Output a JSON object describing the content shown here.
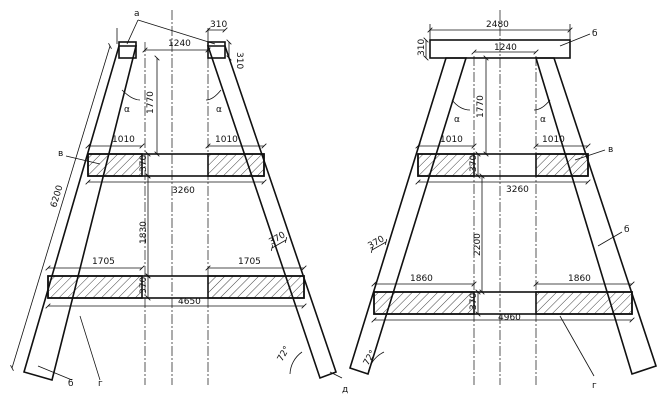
{
  "left_frame": {
    "dims": {
      "cap_w": "310",
      "cap_h": "310",
      "top_span": "1240",
      "upper_h": "1770",
      "upper_left": "1010",
      "upper_right": "1010",
      "beam_h_upper": "370",
      "upper_len": "3260",
      "mid_h": "1830",
      "lower_left": "1705",
      "lower_right": "1705",
      "beam_h_lower": "370",
      "lower_len": "4650",
      "leg_thk": "370",
      "leg_len": "6200",
      "angle": "72°",
      "alpha_l": "α",
      "alpha_r": "α"
    },
    "labels": {
      "a": "а",
      "v": "в",
      "b1": "б",
      "g1": "г",
      "d": "д"
    }
  },
  "right_frame": {
    "dims": {
      "top_w": "2480",
      "cap_h": "310",
      "top_span": "1240",
      "upper_h": "1770",
      "upper_left": "1010",
      "upper_right": "1010",
      "beam_h_upper": "370",
      "upper_len": "3260",
      "mid_h": "2200",
      "lower_left": "1860",
      "lower_right": "1860",
      "beam_h_lower": "370",
      "lower_len": "4960",
      "leg_thk": "370",
      "angle": "72°",
      "alpha_l": "α",
      "alpha_r": "α"
    },
    "labels": {
      "b_top": "б",
      "v": "в",
      "b_side": "б",
      "g": "г"
    }
  }
}
